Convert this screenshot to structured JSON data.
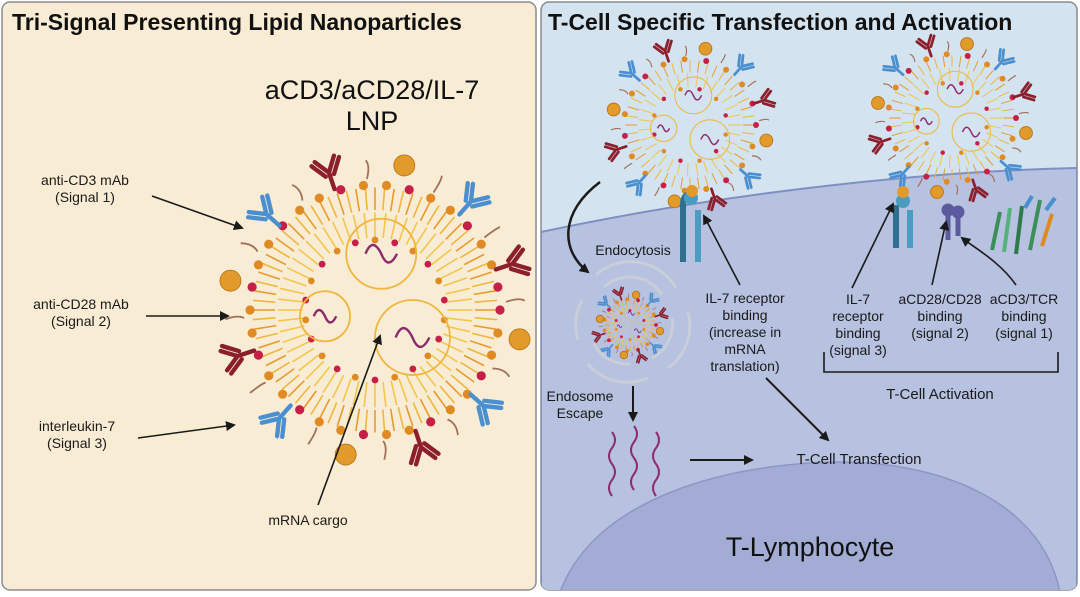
{
  "left_panel": {
    "title": "Tri-Signal Presenting Lipid Nanoparticles",
    "lnp_name_line1": "aCD3/aCD28/IL-7",
    "lnp_name_line2": "LNP",
    "labels": {
      "signal1_line1": "anti-CD3 mAb",
      "signal1_line2": "(Signal 1)",
      "signal2_line1": "anti-CD28 mAb",
      "signal2_line2": "(Signal 2)",
      "signal3_line1": "interleukin-7",
      "signal3_line2": "(Signal 3)",
      "cargo": "mRNA cargo"
    }
  },
  "right_panel": {
    "title": "T-Cell Specific Transfection and Activation",
    "endocytosis": "Endocytosis",
    "endosome_line1": "Endosome",
    "endosome_line2": "Escape",
    "il7_binding_line1": "IL-7 receptor",
    "il7_binding_line2": "binding",
    "il7_binding_line3": "(increase in",
    "il7_binding_line4": "mRNA",
    "il7_binding_line5": "translation)",
    "transfection": "T-Cell Transfection",
    "sig3_line1": "IL-7",
    "sig3_line2": "receptor",
    "sig3_line3": "binding",
    "sig3_line4": "(signal 3)",
    "sig2_line1": "aCD28/CD28",
    "sig2_line2": "binding",
    "sig2_line3": "(signal 2)",
    "sig1_line1": "aCD3/TCR",
    "sig1_line2": "binding",
    "sig1_line3": "(signal 1)",
    "activation": "T-Cell Activation",
    "cell_label": "T-Lymphocyte"
  },
  "colors": {
    "left_bg": "#f8ecd4",
    "right_bg": "#d3e3ef",
    "cell": "#b7c1e0",
    "nucleus": "#a2acd4",
    "lipid_head_red": "#c81f48",
    "lipid_head_orange": "#e08a24",
    "il7_ball": "#e29a2b",
    "anti_cd3": "#4a8fcf",
    "anti_cd28": "#8b1f2c",
    "mrna": "#8e2a6e"
  }
}
